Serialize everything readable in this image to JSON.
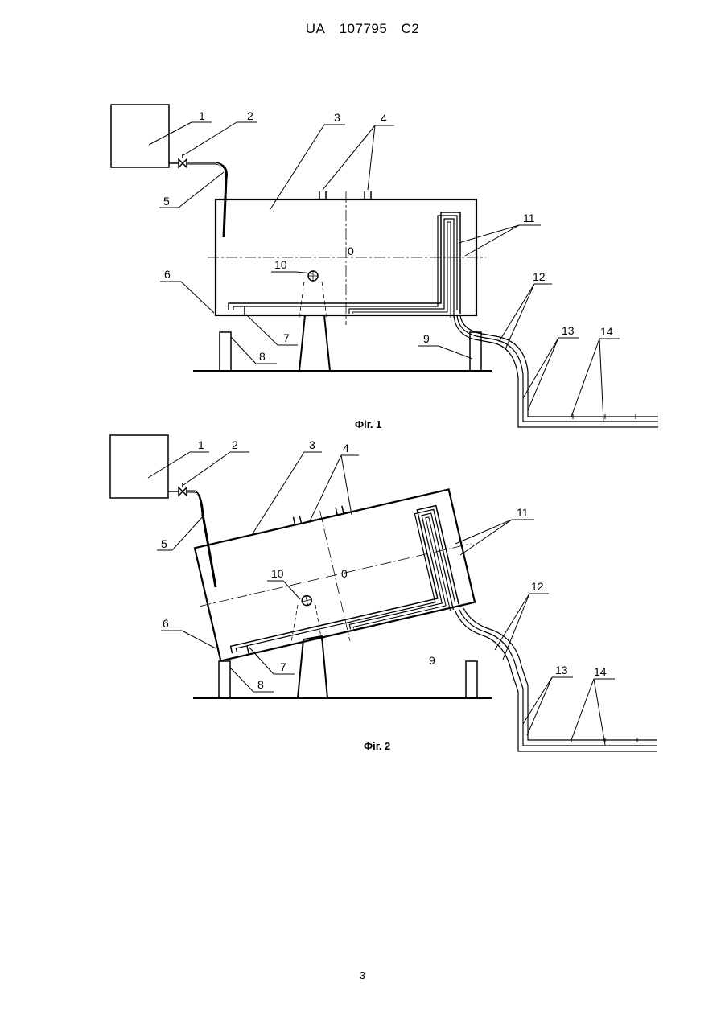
{
  "header": {
    "country": "UA",
    "number": "107795",
    "kind": "C2"
  },
  "figures": [
    {
      "caption": "Фіг. 1",
      "labels": {
        "l1": "1",
        "l2": "2",
        "l3": "3",
        "l4": "4",
        "l5": "5",
        "l6": "6",
        "l7": "7",
        "l8": "8",
        "l9": "9",
        "l10": "10",
        "l11": "11",
        "l12": "12",
        "l13": "13",
        "l14": "14",
        "center": "0"
      }
    },
    {
      "caption": "Фіг. 2",
      "labels": {
        "l1": "1",
        "l2": "2",
        "l3": "3",
        "l4": "4",
        "l5": "5",
        "l6": "6",
        "l7": "7",
        "l8": "8",
        "l9": "9",
        "l10": "10",
        "l11": "11",
        "l12": "12",
        "l13": "13",
        "l14": "14",
        "center": "0"
      }
    }
  ],
  "page_number": "3"
}
